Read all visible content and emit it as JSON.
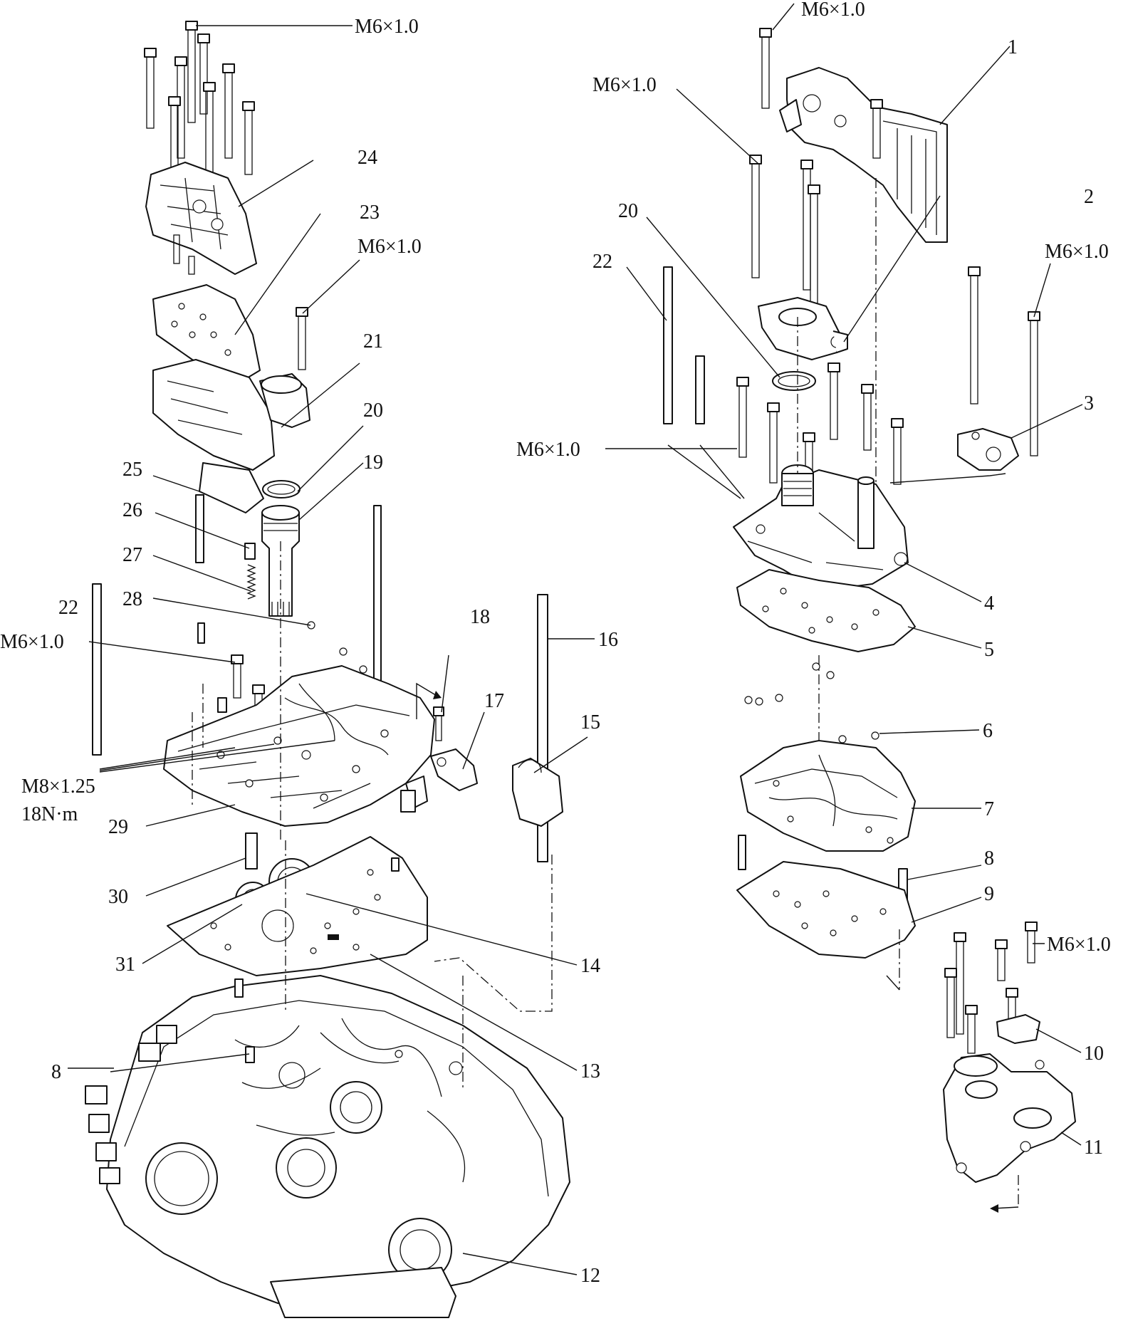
{
  "diagram": {
    "callouts": [
      {
        "id": "c1",
        "text": "1"
      },
      {
        "id": "c2",
        "text": "2"
      },
      {
        "id": "c3",
        "text": "3"
      },
      {
        "id": "c4",
        "text": "4"
      },
      {
        "id": "c5",
        "text": "5"
      },
      {
        "id": "c6",
        "text": "6"
      },
      {
        "id": "c7",
        "text": "7"
      },
      {
        "id": "c8a",
        "text": "8"
      },
      {
        "id": "c8b",
        "text": "8"
      },
      {
        "id": "c9",
        "text": "9"
      },
      {
        "id": "c10",
        "text": "10"
      },
      {
        "id": "c11",
        "text": "11"
      },
      {
        "id": "c12",
        "text": "12"
      },
      {
        "id": "c13",
        "text": "13"
      },
      {
        "id": "c14",
        "text": "14"
      },
      {
        "id": "c15",
        "text": "15"
      },
      {
        "id": "c16",
        "text": "16"
      },
      {
        "id": "c17",
        "text": "17"
      },
      {
        "id": "c18",
        "text": "18"
      },
      {
        "id": "c19",
        "text": "19"
      },
      {
        "id": "c20a",
        "text": "20"
      },
      {
        "id": "c20b",
        "text": "20"
      },
      {
        "id": "c21",
        "text": "21"
      },
      {
        "id": "c22a",
        "text": "22"
      },
      {
        "id": "c22b",
        "text": "22"
      },
      {
        "id": "c23",
        "text": "23"
      },
      {
        "id": "c24",
        "text": "24"
      },
      {
        "id": "c25",
        "text": "25"
      },
      {
        "id": "c26",
        "text": "26"
      },
      {
        "id": "c27",
        "text": "27"
      },
      {
        "id": "c28",
        "text": "28"
      },
      {
        "id": "c29",
        "text": "29"
      },
      {
        "id": "c30",
        "text": "30"
      },
      {
        "id": "c31",
        "text": "31"
      }
    ],
    "bolt_specs": [
      {
        "id": "s1",
        "text": "M6×1.0"
      },
      {
        "id": "s2",
        "text": "M6×1.0"
      },
      {
        "id": "s3",
        "text": "M6×1.0"
      },
      {
        "id": "s4",
        "text": "M6×1.0"
      },
      {
        "id": "s5",
        "text": "M6×1.0"
      },
      {
        "id": "s6",
        "text": "M6×1.0"
      },
      {
        "id": "s7",
        "text": "M6×1.0"
      },
      {
        "id": "s8",
        "text": "M6×1.0"
      }
    ],
    "torque_spec": {
      "thread": "M8×1.25",
      "torque": "18N·m"
    }
  }
}
